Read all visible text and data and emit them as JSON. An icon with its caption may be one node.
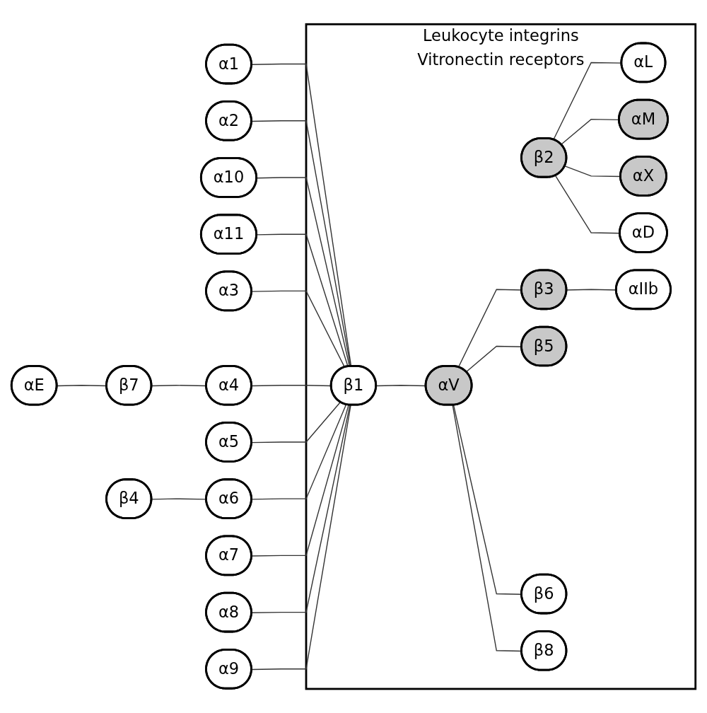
{
  "diagram": {
    "nodes": [
      {
        "text": [
          "Leukocyte integrins",
          "Vitronectin receptors"
        ]
      },
      {
        "text": [
          "αL"
        ],
        "in": 0
      },
      {
        "text": [
          "αM"
        ],
        "in": 0
      },
      {
        "text": [
          "β2"
        ],
        "in": 0
      },
      {
        "text": [
          "αX"
        ],
        "in": 0
      },
      {
        "text": [
          "αD"
        ],
        "in": 0
      },
      {
        "text": [
          "α1"
        ]
      },
      {
        "text": [
          "α2"
        ]
      },
      {
        "text": [
          "α10"
        ]
      },
      {
        "text": [
          "α11"
        ]
      },
      {
        "text": [
          "β3"
        ],
        "in": 0
      },
      {
        "text": [
          "αIIb"
        ],
        "in": 0
      },
      {
        "text": [
          "α3"
        ]
      },
      {
        "text": [
          "β5"
        ],
        "in": 0
      },
      {
        "text": [
          "αE"
        ]
      },
      {
        "text": [
          "β7"
        ]
      },
      {
        "text": [
          "α4"
        ]
      },
      {
        "text": [
          "β1"
        ],
        "in": 0
      },
      {
        "text": [
          "αV"
        ],
        "in": 0
      },
      {
        "text": [
          "α5"
        ]
      },
      {
        "text": [
          "β6"
        ],
        "in": 0
      },
      {
        "text": [
          "β4"
        ]
      },
      {
        "text": [
          "α6"
        ]
      },
      {
        "text": [
          "β8"
        ],
        "in": 0
      },
      {
        "text": [
          "α7"
        ]
      },
      {
        "text": [
          "α8"
        ]
      },
      {
        "text": [
          "α9"
        ]
      }
    ],
    "edges": [
      {
        "from": 3,
        "to": 1,
        "arrow": "none"
      },
      {
        "from": 3,
        "to": 2,
        "arrow": "none"
      },
      {
        "from": 3,
        "to": 4,
        "arrow": "none"
      },
      {
        "from": 3,
        "to": 5,
        "arrow": "none"
      },
      {
        "from": 6,
        "to": 17,
        "arrow": "none"
      },
      {
        "from": 7,
        "to": 17,
        "arrow": "none"
      },
      {
        "from": 8,
        "to": 17,
        "arrow": "none"
      },
      {
        "from": 9,
        "to": 17,
        "arrow": "none"
      },
      {
        "from": 12,
        "to": 17,
        "arrow": "none"
      },
      {
        "from": 16,
        "to": 17,
        "arrow": "none"
      },
      {
        "from": 19,
        "to": 17,
        "arrow": "none"
      },
      {
        "from": 22,
        "to": 17,
        "arrow": "none"
      },
      {
        "from": 24,
        "to": 17,
        "arrow": "none"
      },
      {
        "from": 25,
        "to": 17,
        "arrow": "none"
      },
      {
        "from": 26,
        "to": 17,
        "arrow": "none"
      },
      {
        "from": 14,
        "to": 15,
        "arrow": "none"
      },
      {
        "from": 15,
        "to": 16,
        "arrow": "none"
      },
      {
        "from": 21,
        "to": 22,
        "arrow": "none"
      },
      {
        "from": 17,
        "to": 18,
        "arrow": "none"
      },
      {
        "from": 18,
        "to": 10,
        "arrow": "none"
      },
      {
        "from": 10,
        "to": 11,
        "arrow": "none"
      },
      {
        "from": 18,
        "to": 13,
        "arrow": "none"
      },
      {
        "from": 18,
        "to": 20,
        "arrow": "none"
      },
      {
        "from": 18,
        "to": 23,
        "arrow": "none"
      }
    ]
  }
}
